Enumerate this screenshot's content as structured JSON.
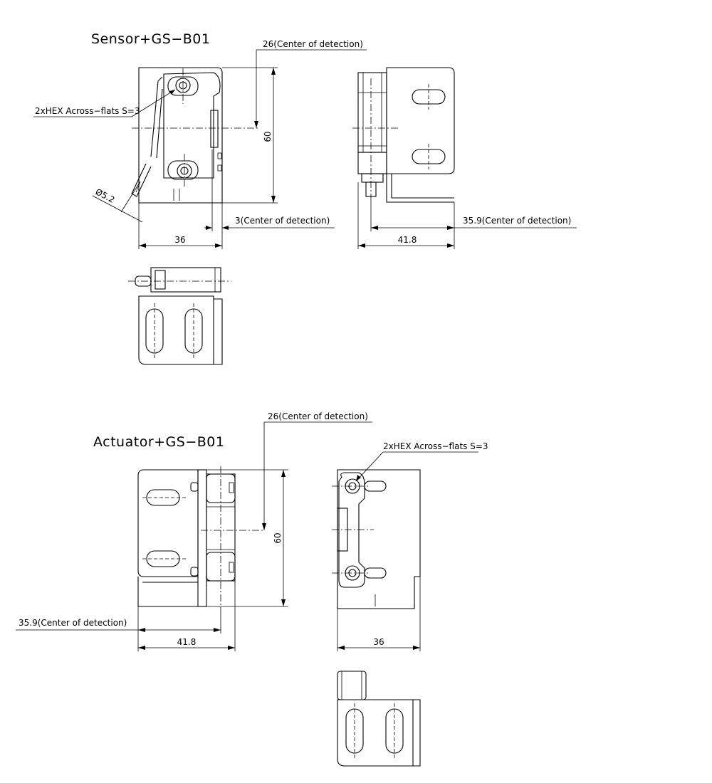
{
  "sensor": {
    "title": "Sensor+GS−B01",
    "hex_label": "2xHEX Across−flats S=3",
    "diameter_label": "Ø5.2",
    "dim_center_26": "26(Center of detection)",
    "dim_height": "60",
    "dim_center_3": "3(Center of detection)",
    "dim_width_36": "36",
    "dim_center_359": "35.9(Center of detection)",
    "dim_width_418": "41.8"
  },
  "actuator": {
    "title": "Actuator+GS−B01",
    "dim_center_26": "26(Center of detection)",
    "hex_label": "2xHEX Across−flats S=3",
    "dim_height": "60",
    "dim_center_359": "35.9(Center of detection)",
    "dim_width_418": "41.8",
    "dim_width_36": "36"
  }
}
